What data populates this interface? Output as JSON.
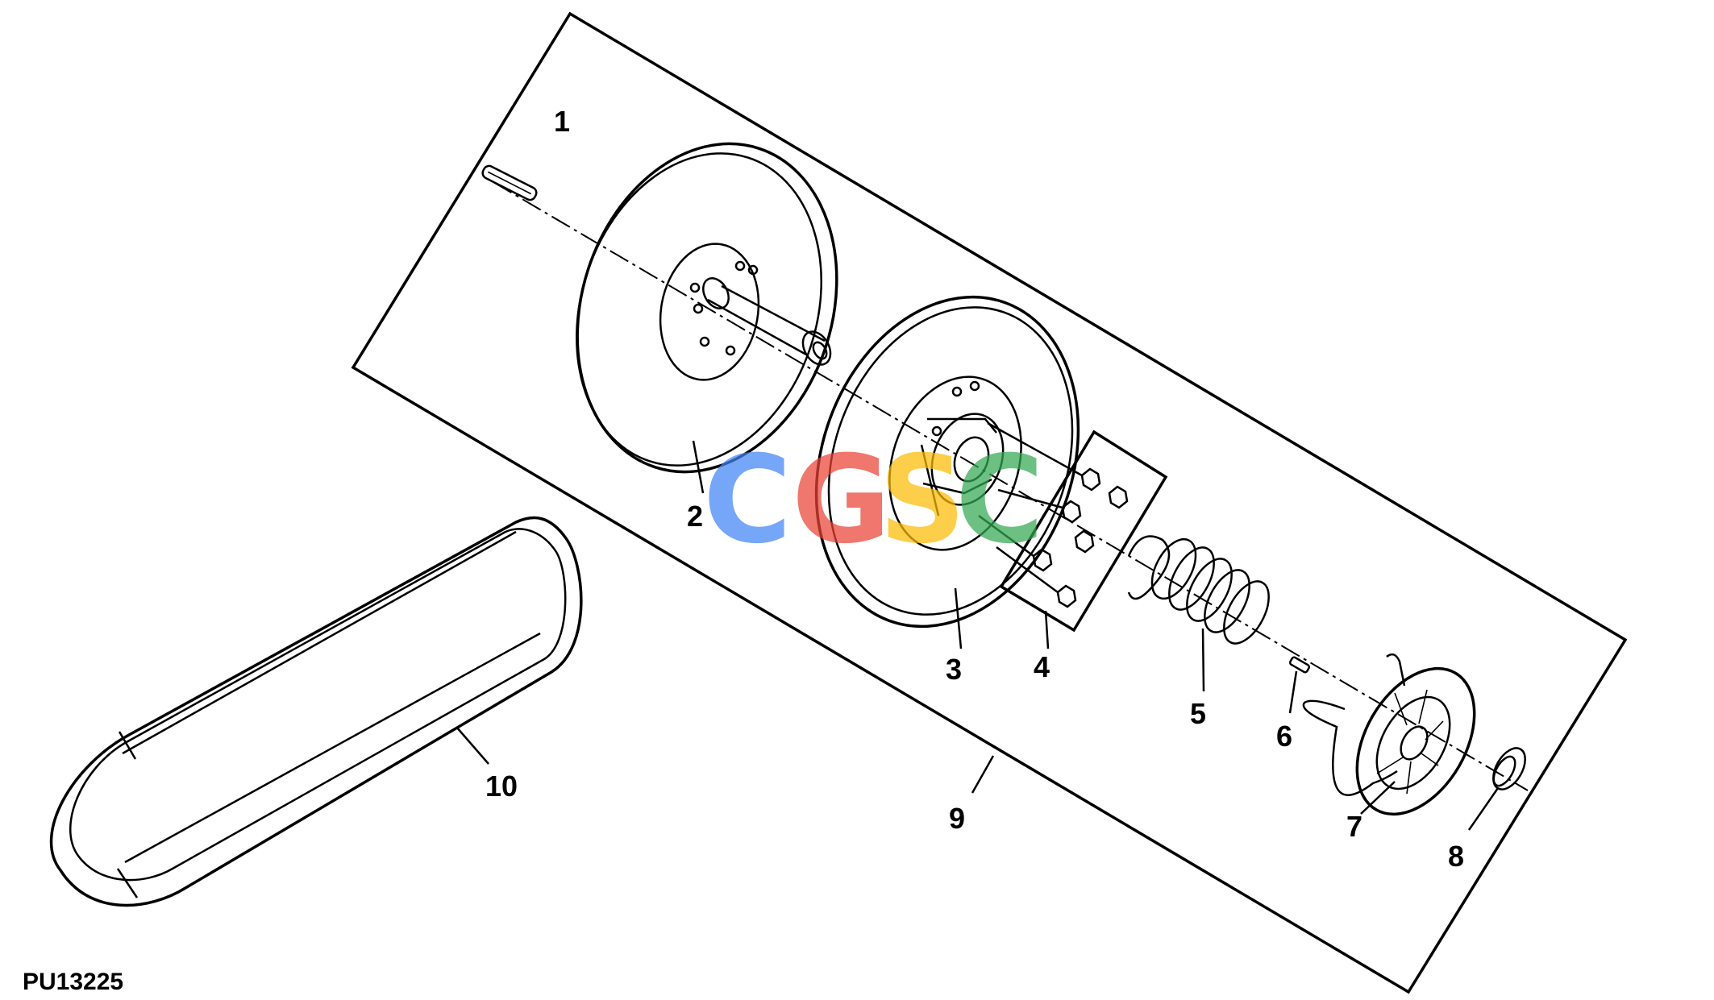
{
  "diagram": {
    "figure_id": "PU13225",
    "callouts": [
      "1",
      "2",
      "3",
      "4",
      "5",
      "6",
      "7",
      "8",
      "9",
      "10"
    ],
    "watermark": {
      "letters": [
        "C",
        "G",
        "S",
        "C"
      ],
      "colors": [
        "#4285F4",
        "#EA4335",
        "#FBBC05",
        "#34A853"
      ]
    },
    "line_color": "#000000",
    "background": "#ffffff"
  }
}
